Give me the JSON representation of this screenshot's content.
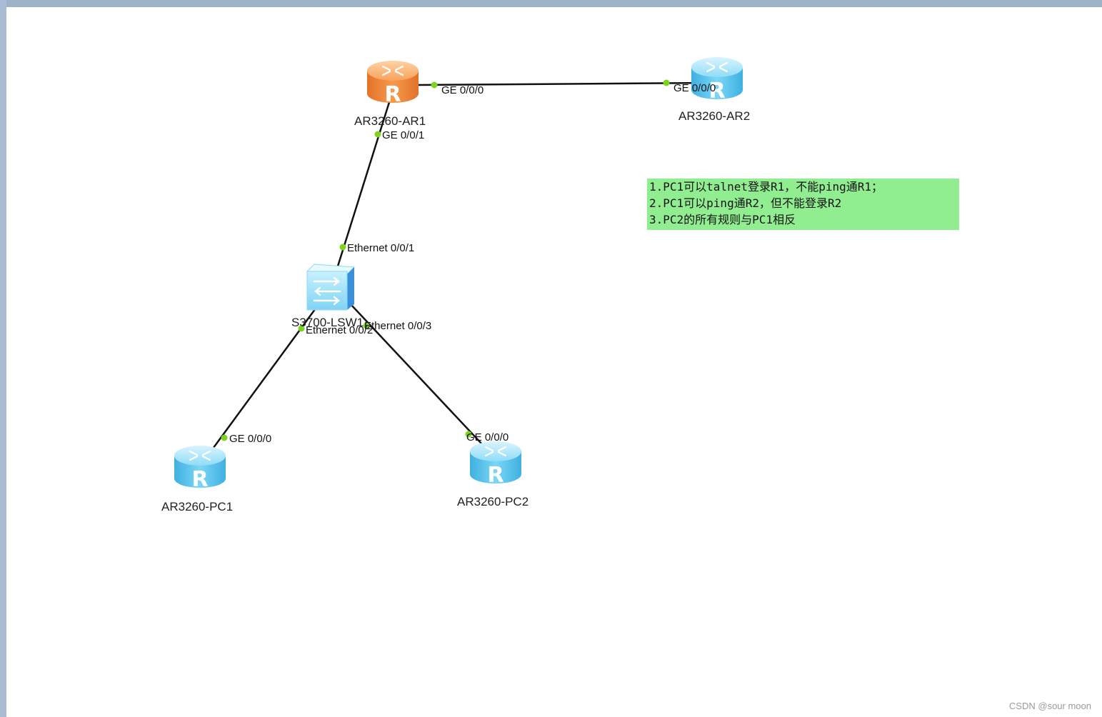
{
  "devices": {
    "ar1": {
      "name": "AR3260-AR1",
      "kind": "router",
      "color": "orange"
    },
    "ar2": {
      "name": "AR3260-AR2",
      "kind": "router",
      "color": "blue"
    },
    "lsw1": {
      "name": "S3700-LSW1",
      "kind": "switch",
      "color": "blue"
    },
    "pc1": {
      "name": "AR3260-PC1",
      "kind": "router",
      "color": "blue"
    },
    "pc2": {
      "name": "AR3260-PC2",
      "kind": "router",
      "color": "blue"
    }
  },
  "links": [
    {
      "a": "AR3260-AR1",
      "a_port": "GE 0/0/0",
      "b": "AR3260-AR2",
      "b_port": "GE 0/0/0"
    },
    {
      "a": "AR3260-AR1",
      "a_port": "GE 0/0/1",
      "b": "S3700-LSW1",
      "b_port": "Ethernet 0/0/1"
    },
    {
      "a": "S3700-LSW1",
      "a_port": "Ethernet 0/0/2",
      "b": "AR3260-PC1",
      "b_port": "GE 0/0/0"
    },
    {
      "a": "S3700-LSW1",
      "a_port": "Ethernet 0/0/3",
      "b": "AR3260-PC2",
      "b_port": "GE 0/0/0"
    }
  ],
  "note": {
    "lines": [
      "1.PC1可以talnet登录R1，不能ping通R1；",
      "2.PC1可以ping通R2，但不能登录R2",
      "3.PC2的所有规则与PC1相反"
    ],
    "background": "#90ee90"
  },
  "watermark": "CSDN @sour moon",
  "colors": {
    "router_orange": "#f5923e",
    "router_blue": "#5ec8f0",
    "link": "#111111",
    "port_dot": "#7ed321"
  },
  "icons": {
    "router": "router-icon",
    "switch": "switch-icon"
  }
}
